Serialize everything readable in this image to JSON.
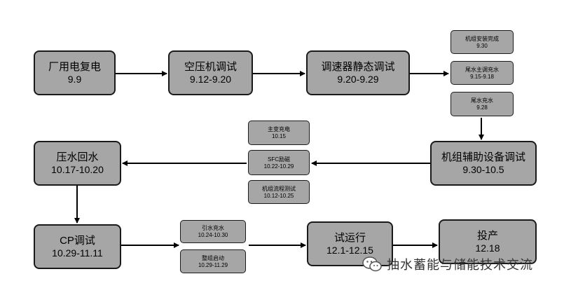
{
  "nodes": {
    "power": {
      "title": "厂用电复电",
      "date": "9.9"
    },
    "compressor": {
      "title": "空压机调试",
      "date": "9.12-9.20"
    },
    "governor": {
      "title": "调速器静态调试",
      "date": "9.20-9.29"
    },
    "install": {
      "title": "机组安装完成",
      "date": "9.30"
    },
    "tailgate": {
      "title": "尾水主调充水",
      "date": "9.15-9.18"
    },
    "tailfill": {
      "title": "尾水充水",
      "date": "9.28"
    },
    "auxiliary": {
      "title": "机组辅助设备调试",
      "date": "9.30-10.5"
    },
    "maintrans": {
      "title": "主变充电",
      "date": "10.15"
    },
    "sfc": {
      "title": "SFC励磁",
      "date": "10.22-10.29"
    },
    "process": {
      "title": "机组流程测试",
      "date": "10.12-10.25"
    },
    "backwater": {
      "title": "压水回水",
      "date": "10.17-10.20"
    },
    "cp": {
      "title": "CP调试",
      "date": "10.29-11.11"
    },
    "intake": {
      "title": "引水充水",
      "date": "10.24-10.30"
    },
    "unitstart": {
      "title": "整组启动",
      "date": "10.29-11.29"
    },
    "trial": {
      "title": "试运行",
      "date": "12.1-12.15"
    },
    "commission": {
      "title": "投产",
      "date": "12.18"
    }
  },
  "watermark": {
    "text": "抽水蓄能与储能技术交流",
    "icon": "wechat-icon"
  }
}
